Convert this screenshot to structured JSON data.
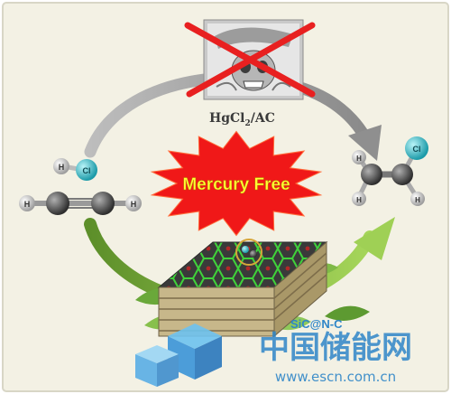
{
  "catalyst_label": {
    "main": "HgCl",
    "sub": "2",
    "tail": "/AC"
  },
  "burst_text": "Mercury Free",
  "atom_labels": {
    "h": "H",
    "cl": "Cl"
  },
  "support_label": "SiC@N-C",
  "watermark": {
    "cn": "中国储能网",
    "url": "www.escn.com.cn"
  },
  "colors": {
    "background": "#f3f1e4",
    "frame": "#d8d6c6",
    "top_arrow": "#9a9a9a",
    "bottom_arrow": "#7ab43a",
    "burst_fill": "#f01818",
    "burst_text": "#ffff33",
    "cross": "#e82020",
    "cl_atom": "#39c7d4",
    "h_atom": "#e8e8e8",
    "c_atom": "#555555",
    "watermark": "#2f86c8"
  },
  "icons": [
    "hg-skull-image",
    "red-cross-icon",
    "acetylene-molecule",
    "hcl-molecule",
    "vinyl-chloride-molecule",
    "catalyst-surface",
    "leaf-icon",
    "cube-logo-icon"
  ]
}
